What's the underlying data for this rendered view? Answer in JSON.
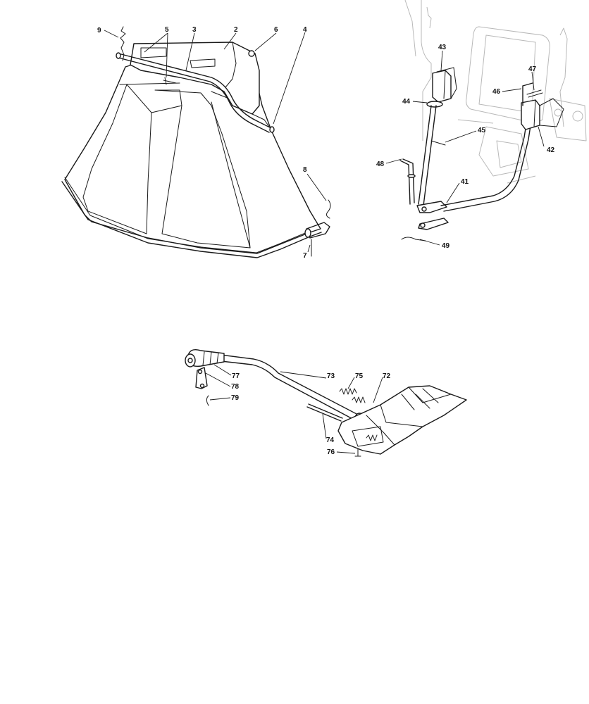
{
  "figures": [
    {
      "id": "grass-catcher-assembly",
      "callouts": [
        "9",
        "5",
        "3",
        "2",
        "6",
        "4",
        "8",
        "7"
      ]
    },
    {
      "id": "lift-lever-linkage",
      "callouts": [
        "43",
        "47",
        "46",
        "44",
        "45",
        "42",
        "48",
        "41",
        "49"
      ]
    },
    {
      "id": "pedal-and-handle",
      "callouts": [
        "77",
        "73",
        "75",
        "72",
        "78",
        "79",
        "74",
        "76"
      ]
    }
  ],
  "labels": {
    "c9": "9",
    "c5": "5",
    "c3": "3",
    "c2": "2",
    "c6": "6",
    "c4": "4",
    "c8": "8",
    "c7": "7",
    "c43": "43",
    "c47": "47",
    "c46": "46",
    "c44": "44",
    "c45": "45",
    "c42": "42",
    "c48": "48",
    "c41": "41",
    "c49": "49",
    "c77": "77",
    "c73": "73",
    "c75": "75",
    "c72": "72",
    "c78": "78",
    "c79": "79",
    "c74": "74",
    "c76": "76"
  }
}
